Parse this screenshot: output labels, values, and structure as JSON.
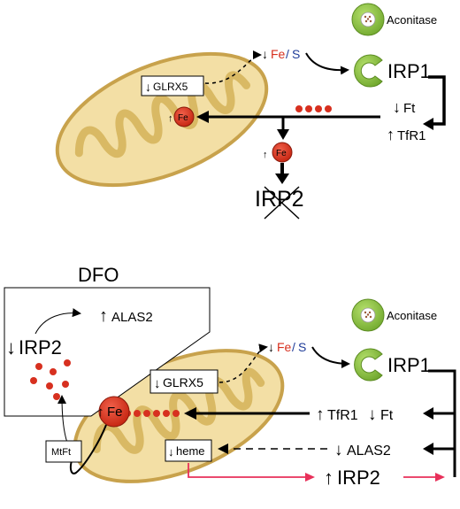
{
  "top": {
    "aconitase": "Aconitase",
    "irp1": "IRP1",
    "fe": "Fe",
    "slash": "/",
    "s": "S",
    "arrow_down": "↓",
    "arrow_up": "↑",
    "glrx5": "GLRX5",
    "ft": "Ft",
    "tfr1": "TfR1",
    "irp2": "IRP2"
  },
  "bottom": {
    "dfo": "DFO",
    "alas2_up": "ALAS2",
    "irp2_down": "IRP2",
    "aconitase": "Aconitase",
    "irp1": "IRP1",
    "fe": "Fe",
    "slash": "/",
    "s": "S",
    "glrx5": "GLRX5",
    "tfr1": "TfR1",
    "ft": "Ft",
    "mtft": "MtFt",
    "heme": "heme",
    "alas2": "ALAS2",
    "irp2_up": "IRP2"
  },
  "colors": {
    "fe_red": "#d7301f",
    "s_blue": "#1f3c99",
    "mito_fill": "#f3dfa5",
    "mito_stroke": "#c8a24c",
    "aconitase_green": "#8dc63f",
    "pink_arrow": "#e8305a"
  }
}
